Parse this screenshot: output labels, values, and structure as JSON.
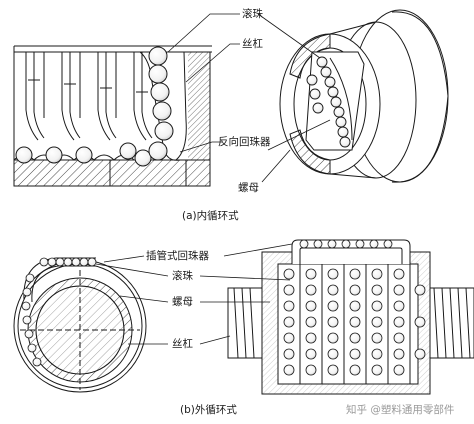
{
  "figure_a": {
    "caption": "(a)内循环式",
    "labels": {
      "ball": "滚珠",
      "screw": "丝杠",
      "return_device": "反向回珠器",
      "nut": "螺母"
    }
  },
  "figure_b": {
    "caption": "(b)外循环式",
    "labels": {
      "insert_tube_return": "插管式回珠器",
      "ball": "滚珠",
      "nut": "螺母",
      "screw": "丝杠"
    }
  },
  "watermark": "知乎 @塑料通用零部件",
  "colors": {
    "line": "#1a1a1a",
    "paper": "#ffffff",
    "watermark": "#9a9a9a"
  }
}
